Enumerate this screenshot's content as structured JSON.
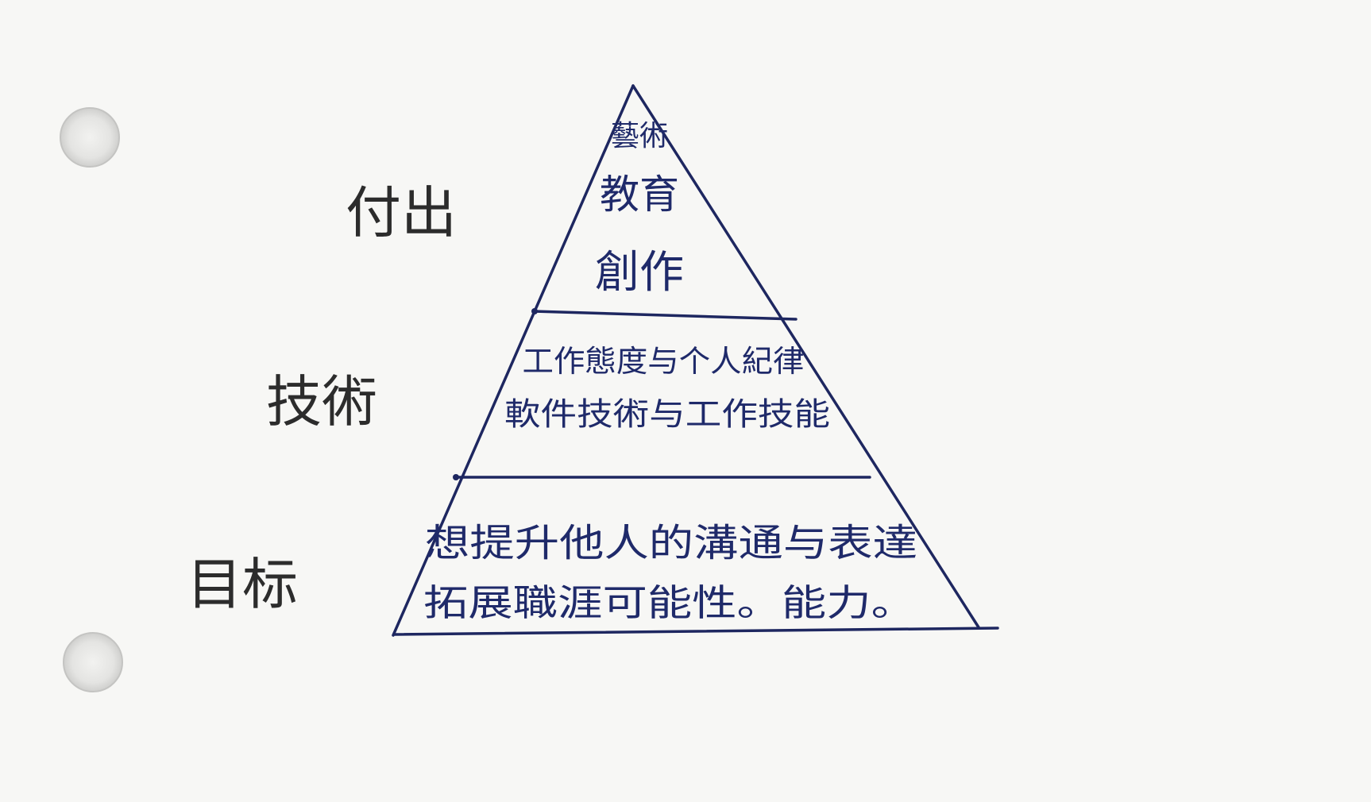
{
  "diagram": {
    "side_labels": {
      "top": "付出",
      "middle": "技術",
      "bottom": "目标"
    },
    "tiers": {
      "top": [
        "藝術",
        "教育",
        "創作"
      ],
      "middle": [
        "工作態度与个人紀律",
        "軟件技術与工作技能"
      ],
      "bottom": [
        "想提升他人的溝通与表達",
        "拓展職涯可能性。能力。"
      ]
    }
  },
  "colors": {
    "ink": "#1f2a6a",
    "pencil": "#2c2c2c",
    "paper": "#f7f7f5"
  },
  "icons": [
    "binder-hole-icon",
    "binder-hole-icon"
  ]
}
